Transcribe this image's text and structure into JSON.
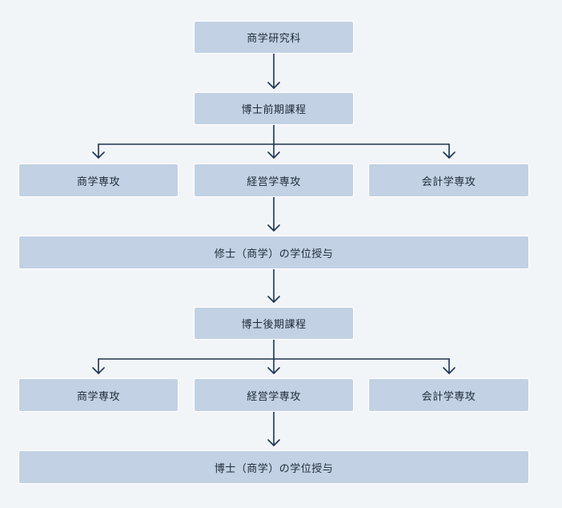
{
  "diagram": {
    "root": "商学研究科",
    "masters_program": "博士前期課程",
    "masters_majors": [
      "商学専攻",
      "経営学専攻",
      "会計学専攻"
    ],
    "masters_degree": "修士（商学）の学位授与",
    "doctoral_program": "博士後期課程",
    "doctoral_majors": [
      "商学専攻",
      "経営学専攻",
      "会計学専攻"
    ],
    "doctoral_degree": "博士（商学）の学位授与"
  },
  "colors": {
    "background": "#f2f5f8",
    "node_fill": "#c2d1e3",
    "connector": "#1d3350",
    "text": "#1e2a3a"
  }
}
